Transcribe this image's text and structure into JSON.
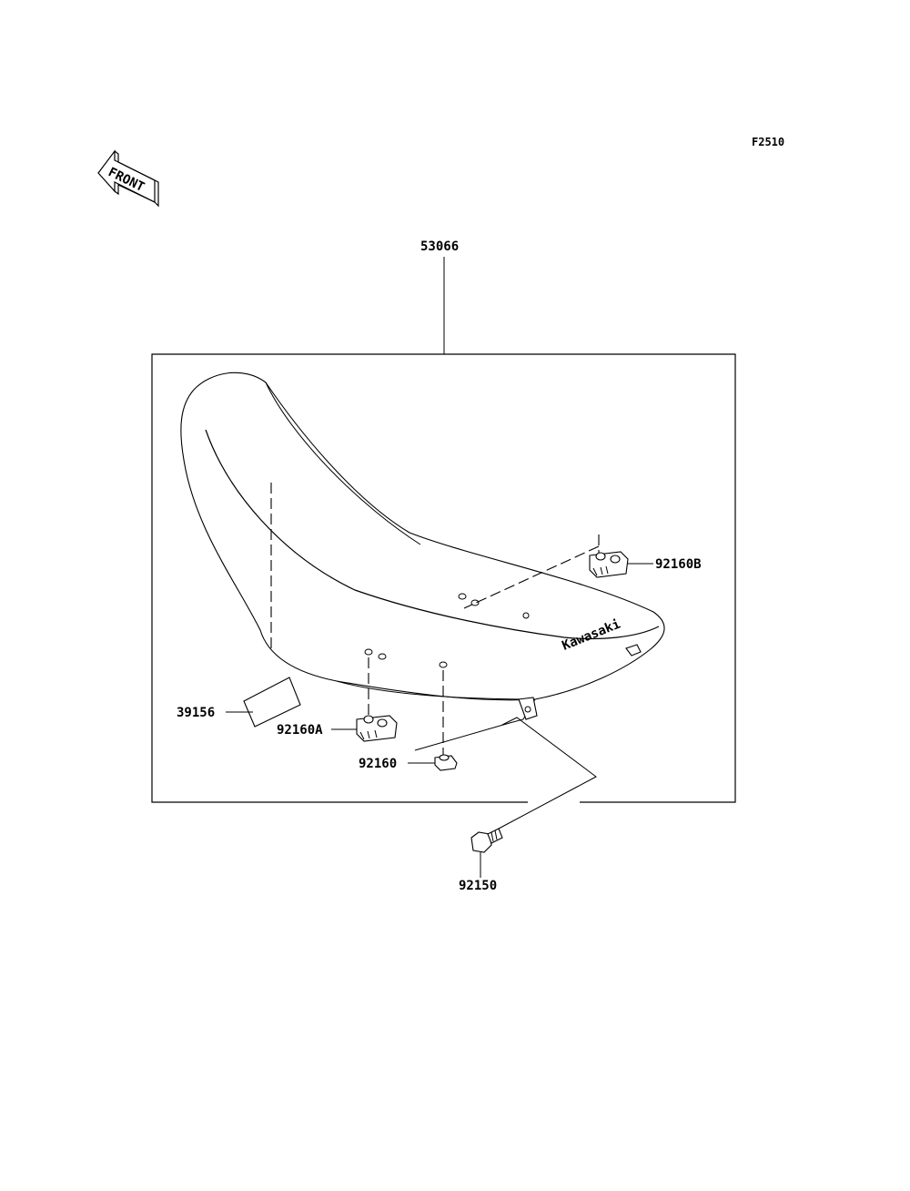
{
  "figure_ref": "F2510",
  "front_indicator": "FRONT",
  "seat_logo": "Kawasaki",
  "parts": {
    "assembly": "53066",
    "damper_b": "92160B",
    "label": "39156",
    "damper_a": "92160A",
    "damper": "92160",
    "bolt": "92150"
  }
}
